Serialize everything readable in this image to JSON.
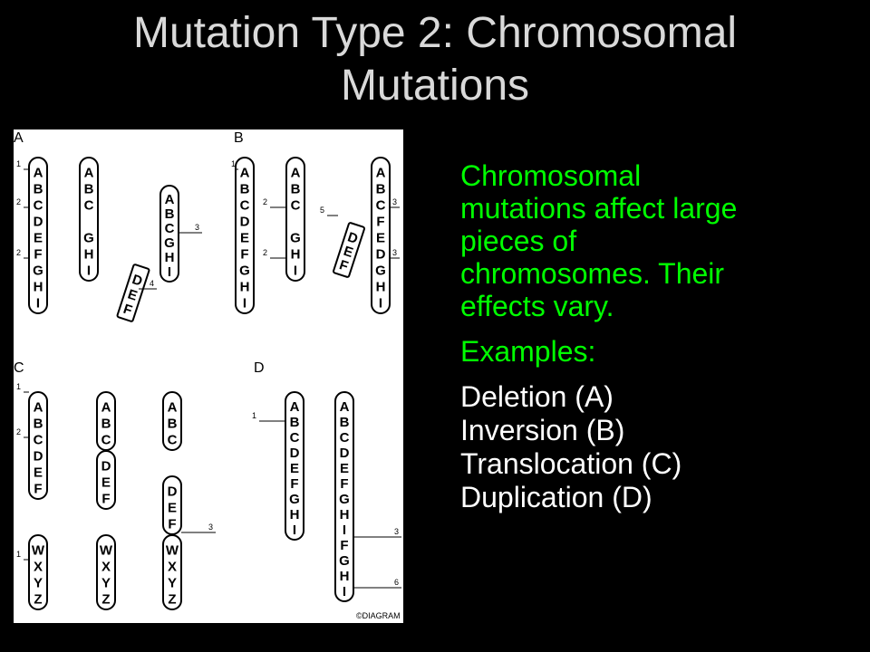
{
  "slide": {
    "title_line1": "Mutation Type 2:  Chromosomal",
    "title_line2": "Mutations",
    "paragraph": [
      "Chromosomal",
      "mutations affect large",
      "pieces of",
      "chromosomes.  Their",
      "effects vary."
    ],
    "examples_label": "Examples:",
    "examples": [
      "Deletion (A)",
      "Inversion (B)",
      "Translocation (C)",
      "Duplication (D)"
    ],
    "colors": {
      "background": "#000000",
      "title": "#d9d9d9",
      "accent": "#00ff00",
      "body": "#ffffff"
    }
  },
  "diagram": {
    "panels": [
      "A",
      "B",
      "C",
      "D"
    ],
    "copyright": "©DIAGRAM",
    "chromosomes": [
      {
        "name": "chrom-a1",
        "genes": "ABCDEFGHI",
        "dividers": []
      },
      {
        "name": "chrom-a2",
        "genes": "ABC GHI",
        "dividers": []
      },
      {
        "name": "chrom-a3",
        "genes": "ABCGHI",
        "dividers": []
      },
      {
        "name": "fragment-a",
        "genes": "DEF",
        "dividers": []
      },
      {
        "name": "chrom-b1",
        "genes": "ABCDEFGHI",
        "dividers": []
      },
      {
        "name": "chrom-b2",
        "genes": "ABC GHI",
        "dividers": []
      },
      {
        "name": "fragment-b",
        "genes": "DEF",
        "dividers": []
      },
      {
        "name": "chrom-b3",
        "genes": "ABCFEDGHI",
        "dividers": []
      },
      {
        "name": "chrom-c1",
        "genes": "ABCDEF",
        "dividers": []
      },
      {
        "name": "chrom-c2",
        "genes": "WXYZ",
        "dividers": []
      },
      {
        "name": "chrom-c3",
        "genes": "ABC",
        "dividers": []
      },
      {
        "name": "chrom-c4",
        "genes": "DEF",
        "dividers": []
      },
      {
        "name": "chrom-c5",
        "genes": "WXYZ",
        "dividers": []
      },
      {
        "name": "chrom-c6",
        "genes": "ABC",
        "dividers": []
      },
      {
        "name": "chrom-c7",
        "genes": "DEF",
        "dividers": []
      },
      {
        "name": "chrom-c8",
        "genes": "WXYZ",
        "dividers": []
      },
      {
        "name": "chrom-d1",
        "genes": "ABCDEFGHI",
        "dividers": []
      },
      {
        "name": "chrom-d2",
        "genes": "ABCDEFGHIFGHI",
        "dividers": []
      }
    ],
    "break_labels": [
      "1",
      "2",
      "2",
      "3",
      "4",
      "1",
      "2",
      "2",
      "5",
      "3",
      "3",
      "1",
      "2",
      "1",
      "3",
      "1",
      "3",
      "6"
    ]
  }
}
